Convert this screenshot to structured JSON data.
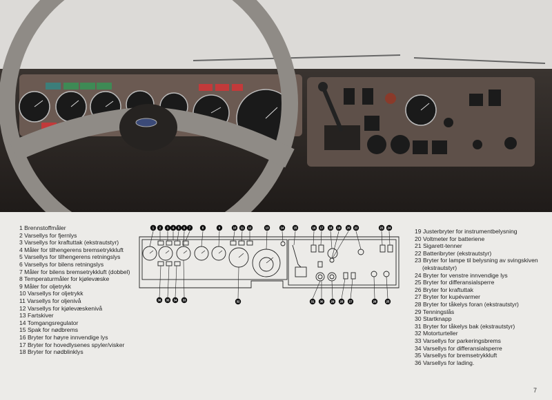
{
  "legend_left": [
    "1 Brennstoffmåler",
    "2 Varsellys for fjernlys",
    "3 Varsellys for kraftuttak (ekstrautstyr)",
    "4 Måler for tilhengerens bremsetrykkluft",
    "5 Varsellys for tilhengerens retningslys",
    "6 Varsellys for bilens retningslys",
    "7 Måler for bilens bremsetrykkluft (dobbel)",
    "8 Temperaturmåler for kjølevæske",
    "9 Måler for oljetrykk",
    "10 Varsellys for oljetrykk",
    "11 Varsellys for oljenivå",
    "12 Varsellys for kjølevæskenivå",
    "13 Fartskiver",
    "14 Tomgangsregulator",
    "15 Spak for nødbrems",
    "16 Bryter for høyre innvendige lys",
    "17 Bryter for hovedlysenes spyler/visker",
    "18 Bryter for nødblinklys"
  ],
  "legend_right": [
    "19 Justerbryter for instrumentbelysning",
    "20 Voltmeter for batteriene",
    "21 Sigarett-tenner",
    "22 Batteribryter (ekstrautstyr)",
    "23 Bryter for lampe til belysning av svingskiven",
    "(ekstrautstyr)",
    "24 Bryter for venstre innvendige lys",
    "25 Bryter for differansialsperre",
    "26 Bryter for kraftuttak",
    "27 Bryter for kupévarmer",
    "28 Bryter for tåkelys foran (ekstrautstyr)",
    "29 Tenningslås",
    "30 Startknapp",
    "31 Bryter for tåkelys bak (ekstrautstyr)",
    "32 Motorturteller",
    "33 Varsellys for parkeringsbrems",
    "34 Varsellys for differansialsperre",
    "35 Varsellys for bremsetrykkluft",
    "36 Varsellys for lading."
  ],
  "diagram": {
    "top_callouts": [
      "1",
      "2",
      "3",
      "4",
      "5",
      "6",
      "7",
      "8",
      "9",
      "10",
      "11",
      "12",
      "13",
      "14",
      "15",
      "16",
      "17",
      "18",
      "19",
      "20",
      "22",
      "23",
      "24"
    ],
    "bottom_callouts": [
      "36",
      "35",
      "34",
      "33",
      "32",
      "31",
      "30",
      "29",
      "28",
      "27",
      "26",
      "25"
    ]
  },
  "page_number": "7"
}
